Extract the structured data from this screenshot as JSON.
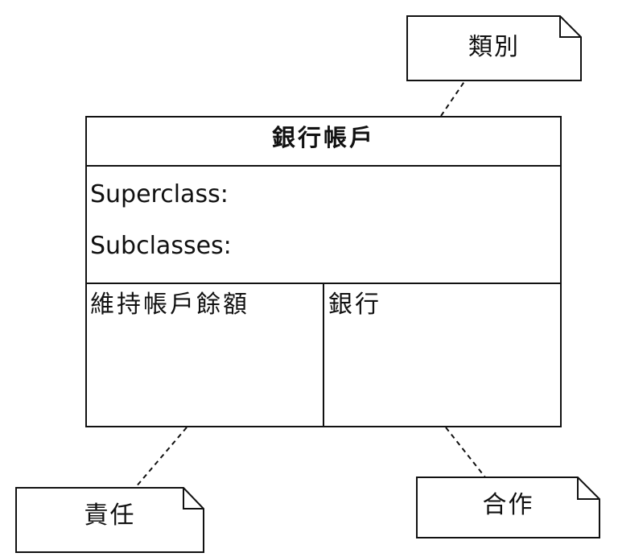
{
  "notes": {
    "class_note": "類別",
    "responsibility_note": "責任",
    "collaboration_note": "合作"
  },
  "crc_card": {
    "class_name": "銀行帳戶",
    "superclass_label": "Superclass:",
    "subclasses_label": "Subclasses:",
    "responsibilities": [
      "維持帳戶餘額"
    ],
    "collaborators": [
      "銀行"
    ]
  }
}
